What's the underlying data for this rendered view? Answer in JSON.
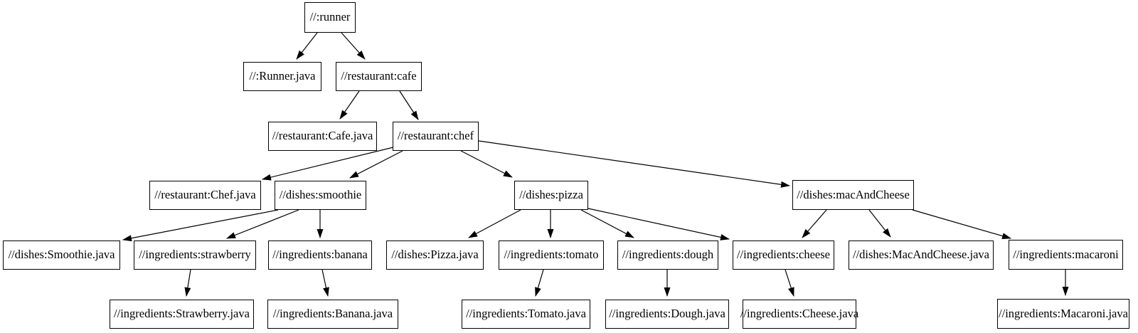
{
  "graph": {
    "title": "build dependency graph",
    "background_color": "#ffffff",
    "node_fill_color": "#ffffff",
    "node_border_color": "#000000",
    "text_color": "#000000",
    "edge_color": "#000000",
    "nodes": [
      {
        "id": "runner",
        "label": "//:runner"
      },
      {
        "id": "runner-java",
        "label": "//:Runner.java"
      },
      {
        "id": "cafe",
        "label": "//restaurant:cafe"
      },
      {
        "id": "cafe-java",
        "label": "//restaurant:Cafe.java"
      },
      {
        "id": "chef",
        "label": "//restaurant:chef"
      },
      {
        "id": "chef-java",
        "label": "//restaurant:Chef.java"
      },
      {
        "id": "smoothie",
        "label": "//dishes:smoothie"
      },
      {
        "id": "pizza",
        "label": "//dishes:pizza"
      },
      {
        "id": "macAndCheese",
        "label": "//dishes:macAndCheese"
      },
      {
        "id": "smoothie-java",
        "label": "//dishes:Smoothie.java"
      },
      {
        "id": "strawberry",
        "label": "//ingredients:strawberry"
      },
      {
        "id": "banana",
        "label": "//ingredients:banana"
      },
      {
        "id": "pizza-java",
        "label": "//dishes:Pizza.java"
      },
      {
        "id": "tomato",
        "label": "//ingredients:tomato"
      },
      {
        "id": "dough",
        "label": "//ingredients:dough"
      },
      {
        "id": "cheese",
        "label": "//ingredients:cheese"
      },
      {
        "id": "macAndCheese-java",
        "label": "//dishes:MacAndCheese.java"
      },
      {
        "id": "macaroni",
        "label": "//ingredients:macaroni"
      },
      {
        "id": "strawberry-java",
        "label": "//ingredients:Strawberry.java"
      },
      {
        "id": "banana-java",
        "label": "//ingredients:Banana.java"
      },
      {
        "id": "tomato-java",
        "label": "//ingredients:Tomato.java"
      },
      {
        "id": "dough-java",
        "label": "//ingredients:Dough.java"
      },
      {
        "id": "cheese-java",
        "label": "//ingredients:Cheese.java"
      },
      {
        "id": "macaroni-java",
        "label": "//ingredients:Macaroni.java"
      }
    ],
    "edges": [
      {
        "from": "runner",
        "to": "runner-java"
      },
      {
        "from": "runner",
        "to": "cafe"
      },
      {
        "from": "cafe",
        "to": "cafe-java"
      },
      {
        "from": "cafe",
        "to": "chef"
      },
      {
        "from": "chef",
        "to": "chef-java"
      },
      {
        "from": "chef",
        "to": "smoothie"
      },
      {
        "from": "chef",
        "to": "pizza"
      },
      {
        "from": "chef",
        "to": "macAndCheese"
      },
      {
        "from": "smoothie",
        "to": "smoothie-java"
      },
      {
        "from": "smoothie",
        "to": "strawberry"
      },
      {
        "from": "smoothie",
        "to": "banana"
      },
      {
        "from": "pizza",
        "to": "pizza-java"
      },
      {
        "from": "pizza",
        "to": "tomato"
      },
      {
        "from": "pizza",
        "to": "dough"
      },
      {
        "from": "pizza",
        "to": "cheese"
      },
      {
        "from": "macAndCheese",
        "to": "cheese"
      },
      {
        "from": "macAndCheese",
        "to": "macAndCheese-java"
      },
      {
        "from": "macAndCheese",
        "to": "macaroni"
      },
      {
        "from": "strawberry",
        "to": "strawberry-java"
      },
      {
        "from": "banana",
        "to": "banana-java"
      },
      {
        "from": "tomato",
        "to": "tomato-java"
      },
      {
        "from": "dough",
        "to": "dough-java"
      },
      {
        "from": "cheese",
        "to": "cheese-java"
      },
      {
        "from": "macaroni",
        "to": "macaroni-java"
      }
    ]
  }
}
